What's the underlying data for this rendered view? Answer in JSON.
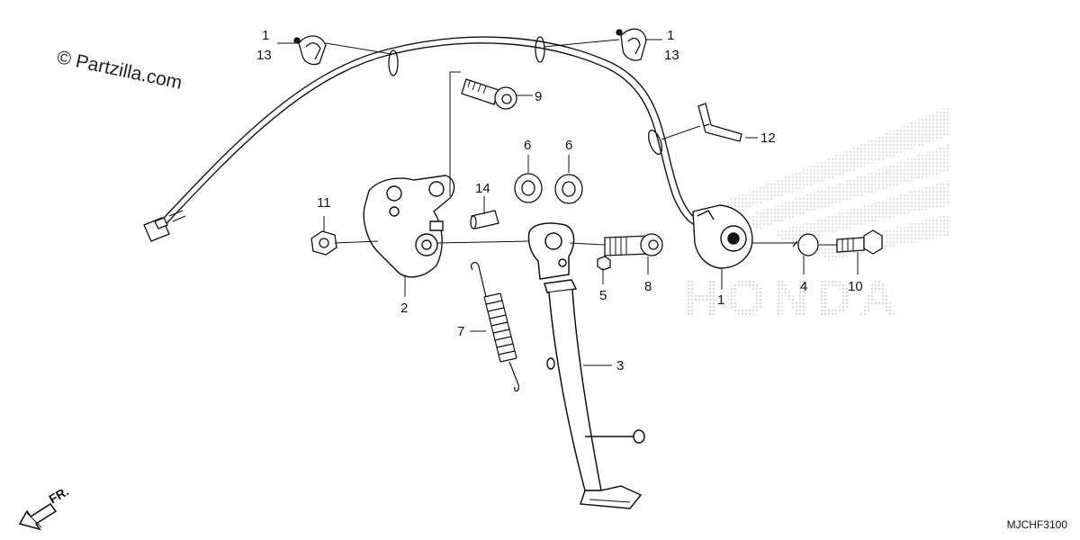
{
  "copyright": "© Partzilla.com",
  "diagram_code": "MJCHF3100",
  "direction_marker": "FR.",
  "watermark_brand": "HONDA",
  "callouts": {
    "c1a_top": "1",
    "c13a": "13",
    "c1b_top": "1",
    "c13b": "13",
    "c9": "9",
    "c12": "12",
    "c6a": "6",
    "c6b": "6",
    "c14": "14",
    "c11": "11",
    "c2": "2",
    "c7": "7",
    "c5": "5",
    "c8": "8",
    "c3": "3",
    "c1_switch": "1",
    "c4": "4",
    "c10": "10"
  }
}
